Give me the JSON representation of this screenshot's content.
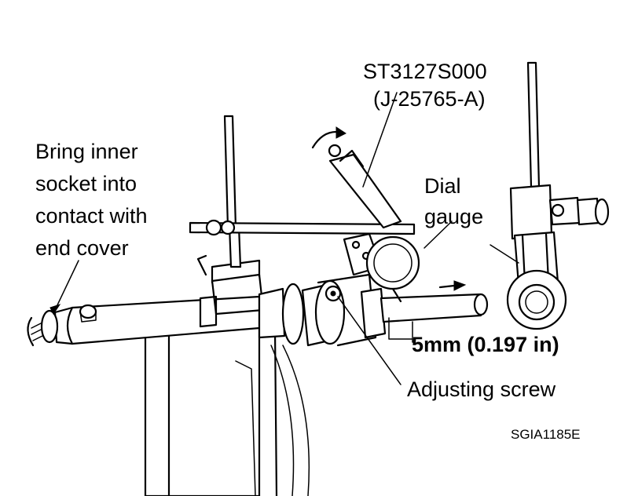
{
  "labels": {
    "tool_number": "ST3127S000",
    "tool_alt_number": "(J-25765-A)",
    "instruction_line1": "Bring inner",
    "instruction_line2": "socket into",
    "instruction_line3": "contact with",
    "instruction_line4": "end cover",
    "dial_line1": "Dial",
    "dial_line2": "gauge",
    "dimension": "5mm (0.197 in)",
    "adjusting_screw": "Adjusting screw",
    "figure_code": "SGIA1185E"
  },
  "icons": {
    "rotation_arrow": "curved-arrow-icon",
    "travel_arrow": "right-arrow-icon"
  },
  "colors": {
    "ink": "#000000",
    "paper": "#ffffff"
  }
}
